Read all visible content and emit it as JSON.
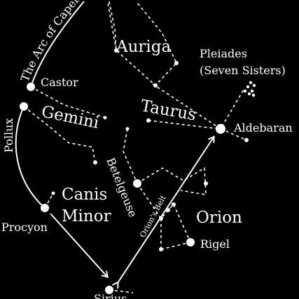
{
  "colors": {
    "background": "#000000",
    "foreground": "#ffffff"
  },
  "arc_label": "The Arc of Capella",
  "constellations": {
    "auriga": "Auriga",
    "taurus": "Taurus",
    "gemini": "Gemini",
    "canis_minor_line1": "Canis",
    "canis_minor_line2": "Minor",
    "orion": "Orion"
  },
  "stars": {
    "castor": "Castor",
    "pollux": "Pollux",
    "procyon": "Procyon",
    "sirius": "Sirius",
    "aldebaran": "Aldebaran",
    "pleiades_line1": "Pleiades",
    "pleiades_line2": "(Seven Sisters)",
    "betelgeuse": "Betelgeuse",
    "orions_belt": "Orion's Belt",
    "rigel": "Rigel"
  }
}
